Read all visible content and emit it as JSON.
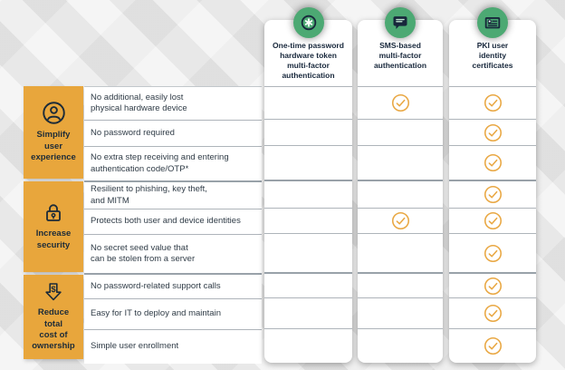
{
  "theme": {
    "accent_orange": "#E8A63C",
    "check_orange": "#E9A844",
    "icon_green": "#4CA973",
    "navy_text": "#17273B",
    "row_text": "#2F3B46",
    "divider_gray": "#AEB4BA",
    "background_gray": "#E9E9E9",
    "card_white": "#FFFFFF"
  },
  "columns": [
    {
      "label": "One-time password\nhardware token\nmulti-factor\nauthentication",
      "icon": "otp-hardware-token-icon"
    },
    {
      "label": "SMS-based\nmulti-factor\nauthentication",
      "icon": "sms-message-icon"
    },
    {
      "label": "PKI user\nidentity\ncertificates",
      "icon": "pki-certificate-icon"
    }
  ],
  "groups": [
    {
      "label": "Simplify\nuser\nexperience",
      "icon": "user-profile-icon"
    },
    {
      "label": "Increase\nsecurity",
      "icon": "padlock-icon"
    },
    {
      "label": "Reduce\ntotal\ncost of\nownership",
      "icon": "dollar-down-icon"
    }
  ],
  "rows": [
    {
      "label": "No additional, easily lost\nphysical hardware device",
      "checks": [
        false,
        true,
        true
      ]
    },
    {
      "label": "No password required",
      "checks": [
        false,
        false,
        true
      ]
    },
    {
      "label": "No extra step receiving and entering\nauthentication code/OTP*",
      "checks": [
        false,
        false,
        true
      ]
    },
    {
      "label": "Resilient to phishing, key theft,\nand MITM",
      "checks": [
        false,
        false,
        true
      ]
    },
    {
      "label": "Protects both user and device identities",
      "checks": [
        false,
        true,
        true
      ]
    },
    {
      "label": "No secret seed value that\ncan be stolen from a server",
      "checks": [
        false,
        false,
        true
      ]
    },
    {
      "label": "No password-related support calls",
      "checks": [
        false,
        false,
        true
      ]
    },
    {
      "label": "Easy for IT to deploy and maintain",
      "checks": [
        false,
        false,
        true
      ]
    },
    {
      "label": "Simple user enrollment",
      "checks": [
        false,
        false,
        true
      ]
    }
  ]
}
